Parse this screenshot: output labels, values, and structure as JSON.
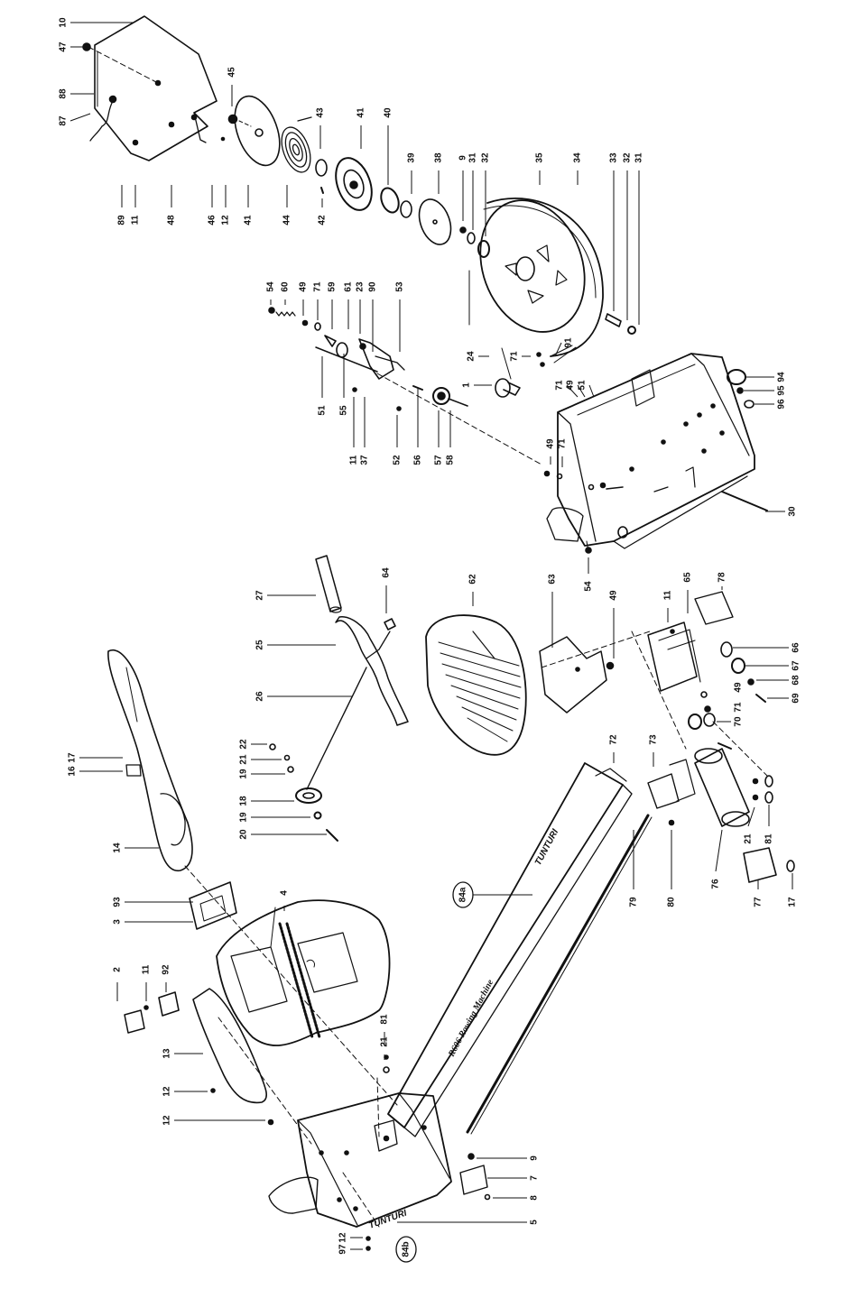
{
  "diagram": {
    "brand_frame": "TUNTURI",
    "brand_rail": "TUNTURI",
    "model_rail": "R606 Rowing Machine",
    "callouts": [
      {
        "id": "10",
        "text": "10"
      },
      {
        "id": "47",
        "text": "47"
      },
      {
        "id": "88",
        "text": "88"
      },
      {
        "id": "87",
        "text": "87"
      },
      {
        "id": "89",
        "text": "89"
      },
      {
        "id": "11a",
        "text": "11"
      },
      {
        "id": "48",
        "text": "48"
      },
      {
        "id": "46",
        "text": "46"
      },
      {
        "id": "12a",
        "text": "12"
      },
      {
        "id": "41a",
        "text": "41"
      },
      {
        "id": "45",
        "text": "45"
      },
      {
        "id": "44",
        "text": "44"
      },
      {
        "id": "43",
        "text": "43"
      },
      {
        "id": "42",
        "text": "42"
      },
      {
        "id": "41b",
        "text": "41"
      },
      {
        "id": "40",
        "text": "40"
      },
      {
        "id": "39",
        "text": "39"
      },
      {
        "id": "38",
        "text": "38"
      },
      {
        "id": "9a",
        "text": "9"
      },
      {
        "id": "31a",
        "text": "31"
      },
      {
        "id": "32a",
        "text": "32"
      },
      {
        "id": "35",
        "text": "35"
      },
      {
        "id": "34",
        "text": "34"
      },
      {
        "id": "33",
        "text": "33"
      },
      {
        "id": "32b",
        "text": "32"
      },
      {
        "id": "31b",
        "text": "31"
      },
      {
        "id": "54a",
        "text": "54"
      },
      {
        "id": "60",
        "text": "60"
      },
      {
        "id": "49a",
        "text": "49"
      },
      {
        "id": "71a",
        "text": "71"
      },
      {
        "id": "59",
        "text": "59"
      },
      {
        "id": "61",
        "text": "61"
      },
      {
        "id": "23",
        "text": "23"
      },
      {
        "id": "90",
        "text": "90"
      },
      {
        "id": "53",
        "text": "53"
      },
      {
        "id": "51a",
        "text": "51"
      },
      {
        "id": "55",
        "text": "55"
      },
      {
        "id": "11b",
        "text": "11"
      },
      {
        "id": "37",
        "text": "37"
      },
      {
        "id": "52",
        "text": "52"
      },
      {
        "id": "56",
        "text": "56"
      },
      {
        "id": "57",
        "text": "57"
      },
      {
        "id": "58",
        "text": "58"
      },
      {
        "id": "24",
        "text": "24"
      },
      {
        "id": "71b",
        "text": "71"
      },
      {
        "id": "91",
        "text": "91"
      },
      {
        "id": "1",
        "text": "1"
      },
      {
        "id": "71c",
        "text": "71"
      },
      {
        "id": "49b",
        "text": "49"
      },
      {
        "id": "51b",
        "text": "51"
      },
      {
        "id": "49c",
        "text": "49"
      },
      {
        "id": "71d",
        "text": "71"
      },
      {
        "id": "94",
        "text": "94"
      },
      {
        "id": "95",
        "text": "95"
      },
      {
        "id": "96",
        "text": "96"
      },
      {
        "id": "30",
        "text": "30"
      },
      {
        "id": "54b",
        "text": "54"
      },
      {
        "id": "27",
        "text": "27"
      },
      {
        "id": "64",
        "text": "64"
      },
      {
        "id": "25",
        "text": "25"
      },
      {
        "id": "26",
        "text": "26"
      },
      {
        "id": "22",
        "text": "22"
      },
      {
        "id": "21a",
        "text": "21"
      },
      {
        "id": "19a",
        "text": "19"
      },
      {
        "id": "18",
        "text": "18"
      },
      {
        "id": "19b",
        "text": "19"
      },
      {
        "id": "20",
        "text": "20"
      },
      {
        "id": "62",
        "text": "62"
      },
      {
        "id": "63",
        "text": "63"
      },
      {
        "id": "49d",
        "text": "49"
      },
      {
        "id": "11c",
        "text": "11"
      },
      {
        "id": "65",
        "text": "65"
      },
      {
        "id": "78",
        "text": "78"
      },
      {
        "id": "66",
        "text": "66"
      },
      {
        "id": "67",
        "text": "67"
      },
      {
        "id": "68",
        "text": "68"
      },
      {
        "id": "69",
        "text": "69"
      },
      {
        "id": "49e",
        "text": "49"
      },
      {
        "id": "71e",
        "text": "71"
      },
      {
        "id": "70",
        "text": "70"
      },
      {
        "id": "16",
        "text": "16"
      },
      {
        "id": "17a",
        "text": "17"
      },
      {
        "id": "14",
        "text": "14"
      },
      {
        "id": "93",
        "text": "93"
      },
      {
        "id": "3",
        "text": "3"
      },
      {
        "id": "4",
        "text": "4"
      },
      {
        "id": "2",
        "text": "2"
      },
      {
        "id": "11d",
        "text": "11"
      },
      {
        "id": "92",
        "text": "92"
      },
      {
        "id": "13",
        "text": "13"
      },
      {
        "id": "12b",
        "text": "12"
      },
      {
        "id": "12c",
        "text": "12"
      },
      {
        "id": "81a",
        "text": "81"
      },
      {
        "id": "21b",
        "text": "21"
      },
      {
        "id": "72",
        "text": "72"
      },
      {
        "id": "73",
        "text": "73"
      },
      {
        "id": "84a",
        "text": "84a"
      },
      {
        "id": "79",
        "text": "79"
      },
      {
        "id": "80",
        "text": "80"
      },
      {
        "id": "76",
        "text": "76"
      },
      {
        "id": "21c",
        "text": "21"
      },
      {
        "id": "81b",
        "text": "81"
      },
      {
        "id": "77",
        "text": "77"
      },
      {
        "id": "17b",
        "text": "17"
      },
      {
        "id": "9b",
        "text": "9"
      },
      {
        "id": "7",
        "text": "7"
      },
      {
        "id": "8",
        "text": "8"
      },
      {
        "id": "5",
        "text": "5"
      },
      {
        "id": "12d",
        "text": "12"
      },
      {
        "id": "97",
        "text": "97"
      },
      {
        "id": "84b",
        "text": "84b"
      }
    ]
  }
}
